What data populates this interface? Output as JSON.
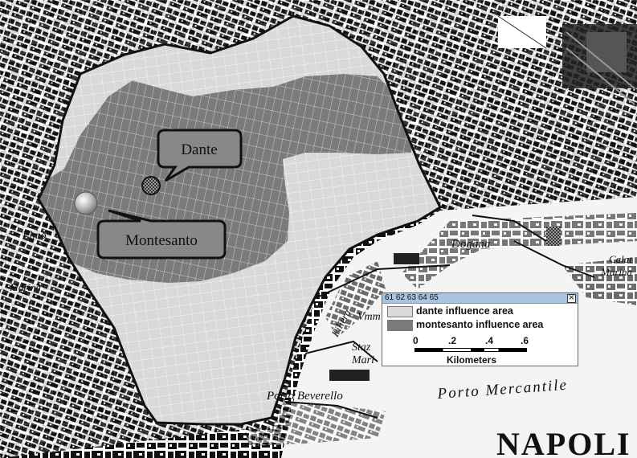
{
  "map": {
    "labels": {
      "dogana": "Dogana",
      "porto_beverello": "Porto Beverello",
      "porto_mercantile": "Porto Mercantile",
      "city": "NAPOLI",
      "calata": "Calat",
      "marina_right": "Marina",
      "marina_left": "Marina",
      "stazione": "Staz",
      "marit": "Mari",
      "filiera": "Filiera",
      "vmm": "Vmm",
      "elmo": "Elmo"
    },
    "colors": {
      "dante_area": "#d9d9d9",
      "montesanto_area": "#7b7b7b",
      "boundary": "#111111"
    }
  },
  "callouts": {
    "dante": "Dante",
    "montesanto": "Montesanto"
  },
  "legend": {
    "title_numbers": "61 62 63 64 65",
    "close_symbol": "×",
    "items": [
      {
        "label": "dante influence area",
        "color": "#d9d9d9"
      },
      {
        "label": "montesanto influence area",
        "color": "#7b7b7b"
      }
    ],
    "scale": {
      "ticks": [
        "0",
        ".2",
        ".4",
        ".6"
      ],
      "unit": "Kilometers"
    }
  }
}
